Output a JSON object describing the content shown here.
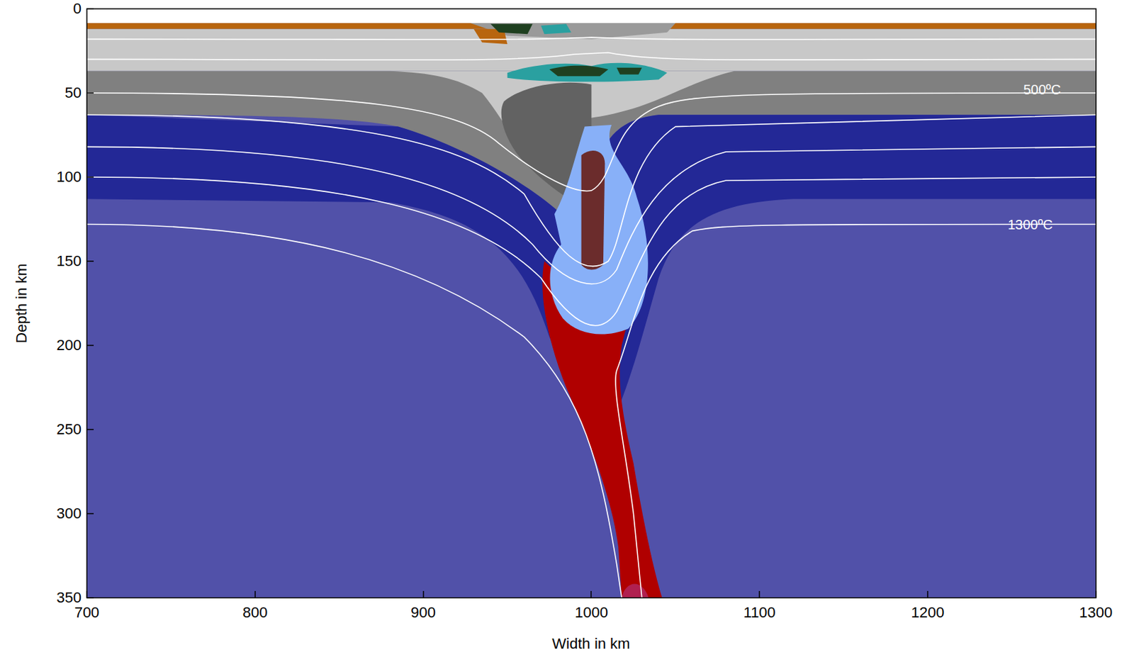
{
  "diagram": {
    "labels": [
      "0",
      "50",
      "100",
      "150",
      "200",
      "250",
      "300",
      "350",
      "700",
      "800",
      "900",
      "1000",
      "1100",
      "1200",
      "1300",
      "Depth in km",
      "Width in km",
      "500ºC",
      "1300ºC"
    ]
  }
}
